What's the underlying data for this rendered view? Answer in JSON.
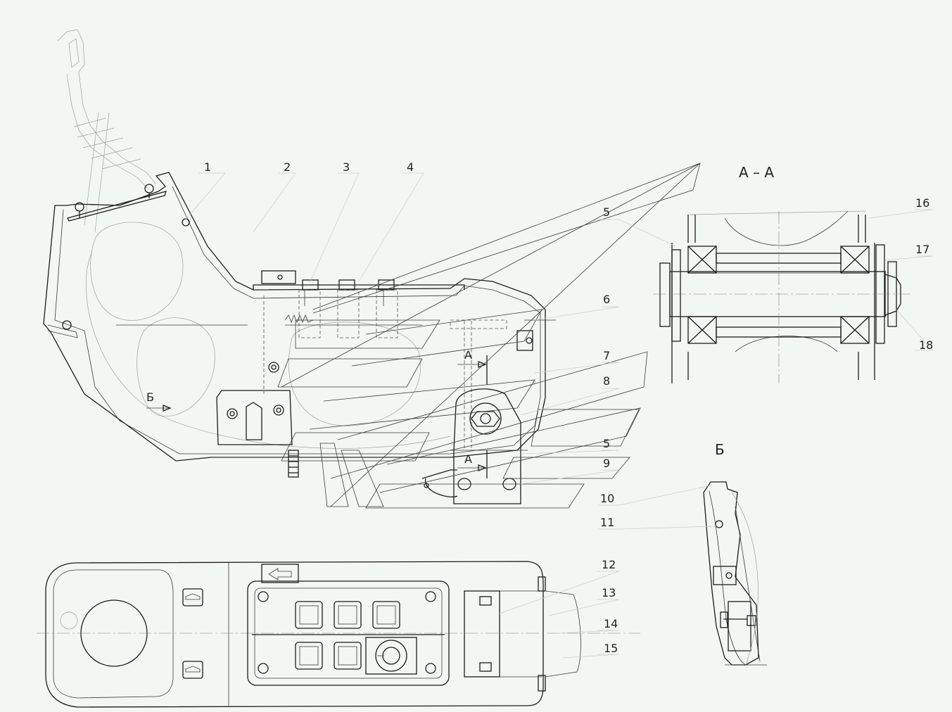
{
  "view_labels": {
    "section_aa": "А – А",
    "view_b": "Б",
    "cut_marker_a": "А",
    "view_arrow_b": "Б"
  },
  "callouts": [
    {
      "id": "c1",
      "text": "1"
    },
    {
      "id": "c2",
      "text": "2"
    },
    {
      "id": "c3",
      "text": "3"
    },
    {
      "id": "c4",
      "text": "4"
    },
    {
      "id": "c5",
      "text": "5"
    },
    {
      "id": "c6",
      "text": "6"
    },
    {
      "id": "c7",
      "text": "7"
    },
    {
      "id": "c8",
      "text": "8"
    },
    {
      "id": "c5b",
      "text": "5"
    },
    {
      "id": "c9",
      "text": "9"
    },
    {
      "id": "c10",
      "text": "10"
    },
    {
      "id": "c11",
      "text": "11"
    },
    {
      "id": "c12",
      "text": "12"
    },
    {
      "id": "c13",
      "text": "13"
    },
    {
      "id": "c14",
      "text": "14"
    },
    {
      "id": "c15",
      "text": "15"
    },
    {
      "id": "c16",
      "text": "16"
    },
    {
      "id": "c17",
      "text": "17"
    },
    {
      "id": "c18",
      "text": "18"
    }
  ],
  "colors": {
    "background": "#f1f8f1",
    "line": "#1c1c1c",
    "faint": "#9aa39a"
  }
}
